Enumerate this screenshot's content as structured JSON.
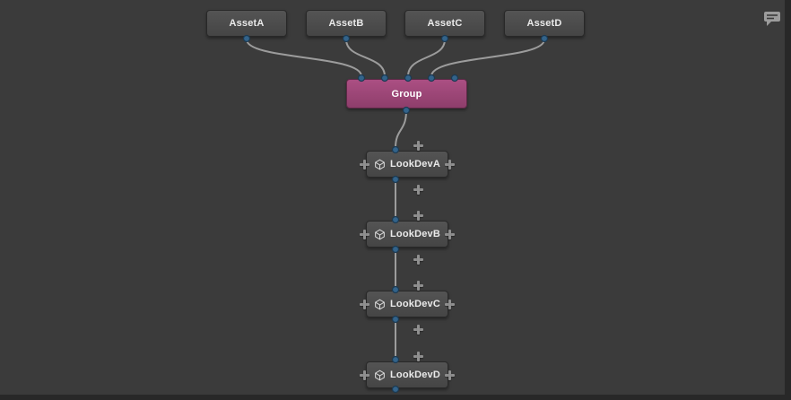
{
  "colors": {
    "background": "#3b3b3b",
    "node_fill": "#4b4b4b",
    "group_node_fill": "#a04a79",
    "wire": "#9c9c9c",
    "port": "#33638a",
    "scrollbar": "#282828"
  },
  "toolbar": {
    "annotation_icon": "comment-bubble"
  },
  "graph": {
    "assets": [
      {
        "label": "AssetA"
      },
      {
        "label": "AssetB"
      },
      {
        "label": "AssetC"
      },
      {
        "label": "AssetD"
      }
    ],
    "group": {
      "label": "Group"
    },
    "lookdevs": [
      {
        "label": "LookDevA"
      },
      {
        "label": "LookDevB"
      },
      {
        "label": "LookDevC"
      },
      {
        "label": "LookDevD"
      }
    ]
  }
}
